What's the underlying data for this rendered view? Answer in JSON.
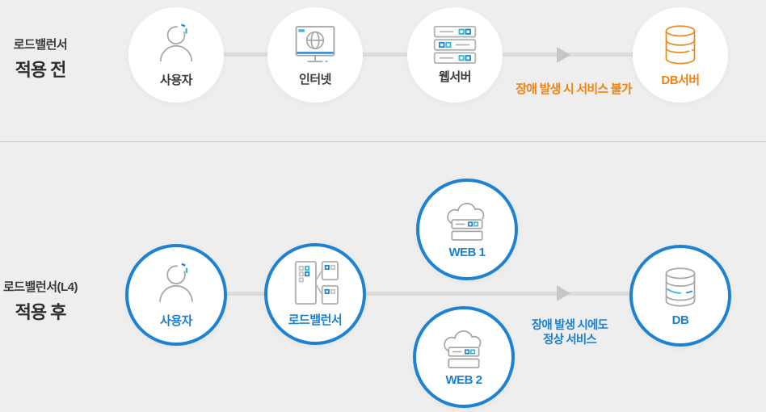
{
  "colors": {
    "background": "#eeeeee",
    "accent_blue": "#1d82d2",
    "accent_cyan": "#35b8ce",
    "accent_orange": "#ee8310",
    "icon_gray": "#a7a7a7",
    "connector_gray": "#dcdcdc"
  },
  "before": {
    "title_small": "로드밸런서",
    "title_big": "적용 전",
    "nodes": [
      {
        "id": "user",
        "label": "사용자",
        "icon": "user-icon"
      },
      {
        "id": "internet",
        "label": "인터넷",
        "icon": "internet-monitor-icon"
      },
      {
        "id": "webserver",
        "label": "웹서버",
        "icon": "server-rack-icon"
      },
      {
        "id": "dbserver",
        "label": "DB서버",
        "icon": "database-icon"
      }
    ],
    "caption": "장애 발생 시 서비스 불가"
  },
  "after": {
    "title_small": "로드밸런서(L4)",
    "title_big": "적용 후",
    "nodes": [
      {
        "id": "user",
        "label": "사용자",
        "icon": "user-icon"
      },
      {
        "id": "loadbalancer",
        "label": "로드밸런서",
        "icon": "load-balancer-icon"
      },
      {
        "id": "web1",
        "label": "WEB 1",
        "icon": "cloud-server-icon"
      },
      {
        "id": "web2",
        "label": "WEB 2",
        "icon": "cloud-server-icon"
      },
      {
        "id": "db",
        "label": "DB",
        "icon": "database-icon"
      }
    ],
    "caption_line1": "장애 발생 시에도",
    "caption_line2": "정상 서비스"
  }
}
